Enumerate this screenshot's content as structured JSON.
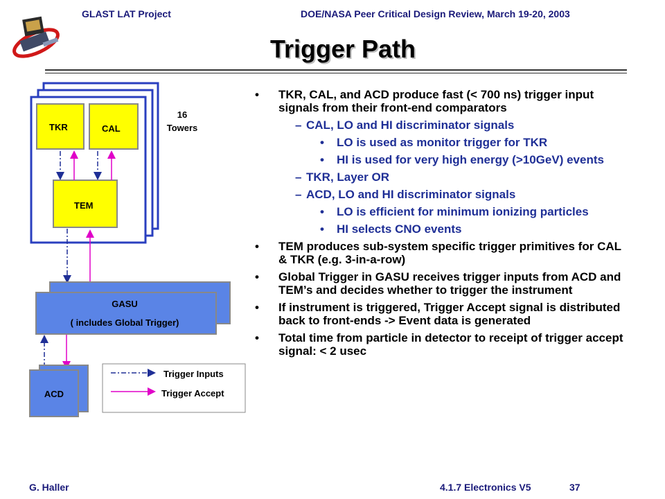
{
  "header": {
    "left": "GLAST LAT Project",
    "right": "DOE/NASA Peer Critical Design Review, March 19-20, 2003"
  },
  "title": "Trigger Path",
  "diagram": {
    "tkr": "TKR",
    "cal": "CAL",
    "tem": "TEM",
    "towers_count": "16",
    "towers_label": "Towers",
    "gasu_line1": "GASU",
    "gasu_line2": "( includes Global Trigger)",
    "acd": "ACD",
    "legend": {
      "inputs": "Trigger Inputs",
      "accept": "Trigger Accept"
    },
    "colors": {
      "yellow": "#ffff00",
      "blue": "#5a84e6",
      "accept_arrow": "#e000c8",
      "input_arrow": "#1f2f96"
    }
  },
  "bullets": [
    {
      "level": 1,
      "text": "TKR, CAL, and ACD produce fast (< 700 ns) trigger input signals from their front-end comparators"
    },
    {
      "level": 2,
      "text": "CAL, LO and HI discriminator signals"
    },
    {
      "level": 3,
      "text": "LO is used as monitor trigger for TKR"
    },
    {
      "level": 3,
      "text": "HI is used for very high energy (>10GeV) events"
    },
    {
      "level": 2,
      "text": "TKR, Layer OR"
    },
    {
      "level": 2,
      "text": "ACD, LO and HI discriminator signals"
    },
    {
      "level": 3,
      "text": "LO is efficient for minimum ionizing particles"
    },
    {
      "level": 3,
      "text": "HI selects CNO events"
    },
    {
      "level": 1,
      "text": "TEM produces sub-system specific trigger primitives for CAL & TKR (e.g. 3-in-a-row)"
    },
    {
      "level": 1,
      "text": "Global Trigger in GASU receives trigger inputs from ACD and TEM’s and decides whether to trigger the instrument"
    },
    {
      "level": 1,
      "text": "If instrument is triggered, Trigger Accept signal is distributed back to front-ends -> Event data is generated"
    },
    {
      "level": 1,
      "text": "Total time from particle in detector to receipt of trigger accept signal: < 2 usec"
    }
  ],
  "footer": {
    "left": "G. Haller",
    "center": "4.1.7 Electronics  V5",
    "page": "37"
  }
}
